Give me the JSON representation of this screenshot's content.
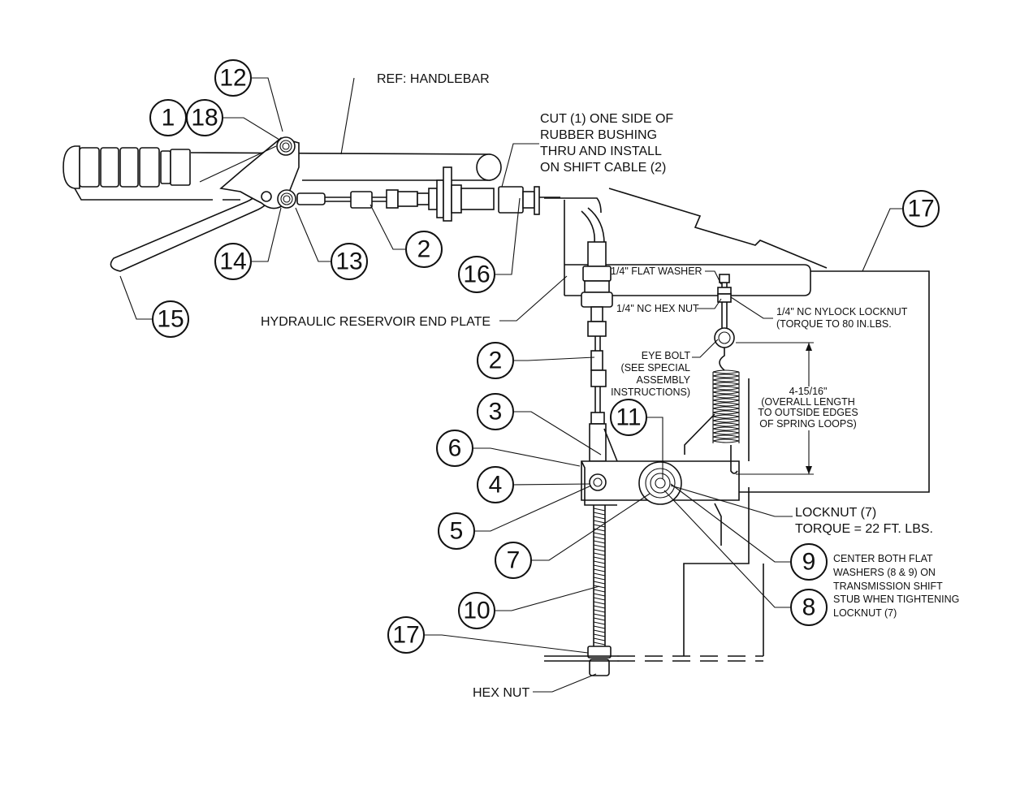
{
  "callouts": {
    "c12": "12",
    "c1": "1",
    "c18": "18",
    "c14": "14",
    "c15": "15",
    "c13": "13",
    "c2a": "2",
    "c16": "16",
    "c17a": "17",
    "c2b": "2",
    "c3": "3",
    "c6": "6",
    "c4": "4",
    "c5": "5",
    "c11": "11",
    "c7": "7",
    "c10": "10",
    "c17b": "17",
    "c9": "9",
    "c8": "8"
  },
  "labels": {
    "handlebar": "REF: HANDLEBAR",
    "cut_line1": "CUT (1) ONE SIDE OF",
    "cut_line2": "RUBBER BUSHING",
    "cut_line3": "THRU AND INSTALL",
    "cut_line4": "ON SHIFT CABLE (2)",
    "end_plate": "HYDRAULIC RESERVOIR END PLATE",
    "flat_washer": "1/4\" FLAT WASHER",
    "hex_nut_quarter": "1/4\" NC HEX NUT",
    "nylock_line1": "1/4\" NC NYLOCK LOCKNUT",
    "nylock_line2": "(TORQUE TO 80 IN.LBS.",
    "eye_line1": "EYE BOLT",
    "eye_line2": "(SEE SPECIAL",
    "eye_line3": "ASSEMBLY",
    "eye_line4": "INSTRUCTIONS)",
    "dim_line1": "4-15/16\"",
    "dim_line2": "(OVERALL LENGTH",
    "dim_line3": "TO OUTSIDE EDGES",
    "dim_line4": "OF SPRING LOOPS)",
    "locknut_line1": "LOCKNUT (7)",
    "locknut_line2": "TORQUE = 22 FT. LBS.",
    "center_line1": "CENTER BOTH FLAT",
    "center_line2": "WASHERS (8 & 9) ON",
    "center_line3": "TRANSMISSION SHIFT",
    "center_line4": "STUB WHEN TIGHTENING",
    "center_line5": "LOCKNUT (7)",
    "hex_nut": "HEX NUT"
  }
}
